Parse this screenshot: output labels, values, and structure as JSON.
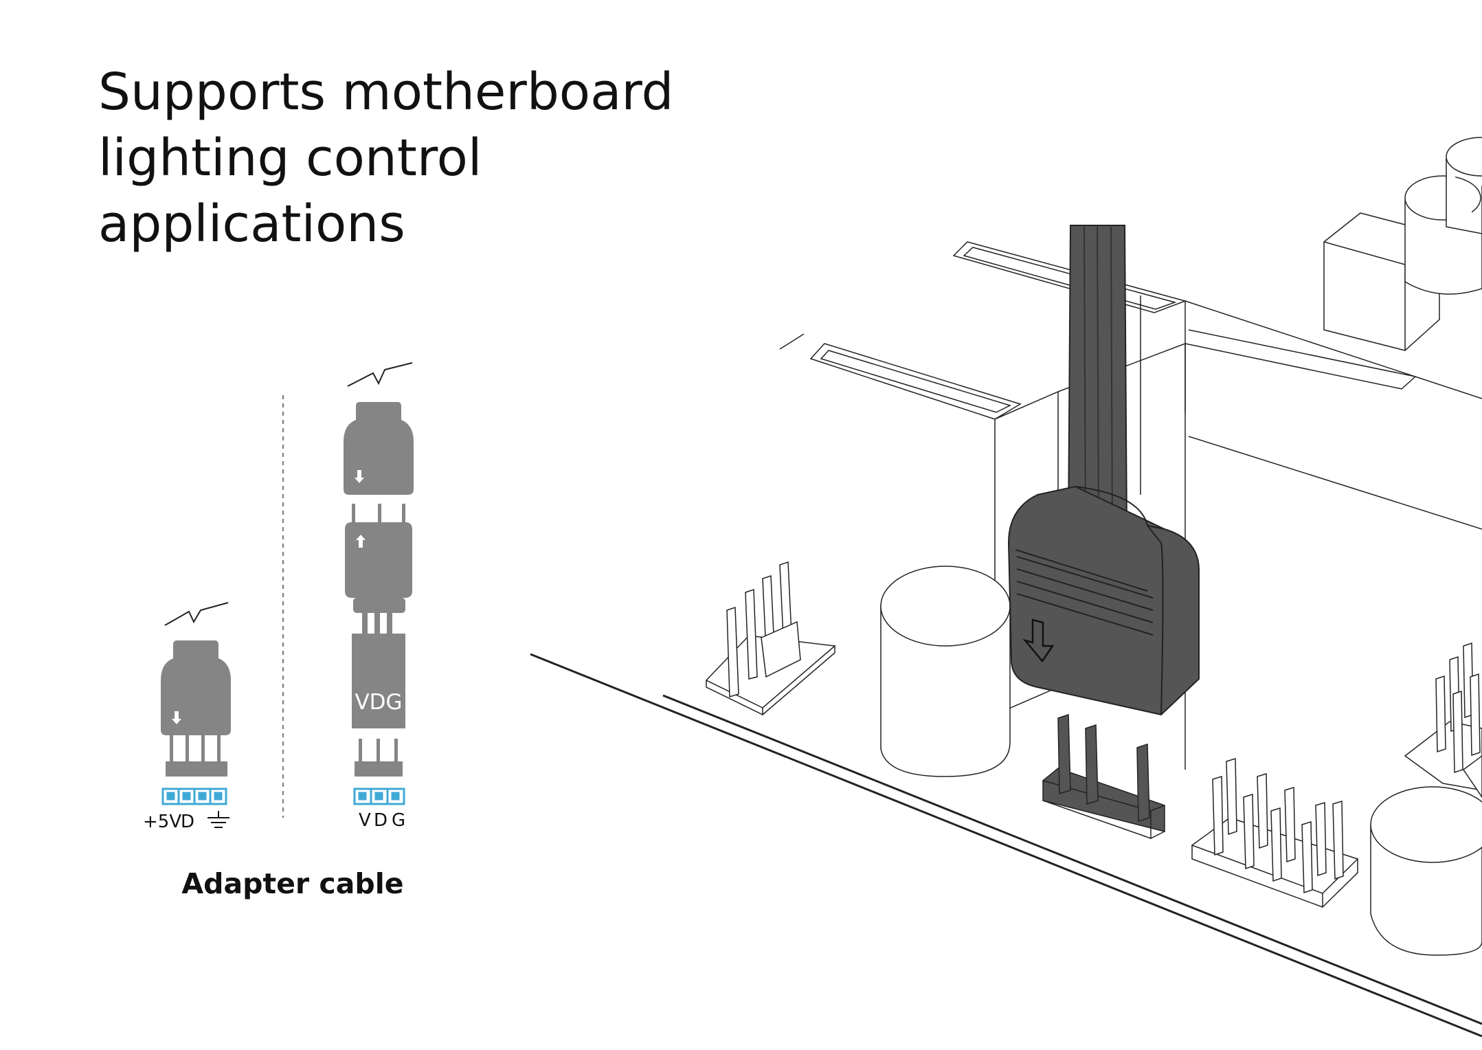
{
  "headline": {
    "lines": [
      "Supports motherboard",
      "lighting control",
      "applications"
    ]
  },
  "diagram": {
    "connector_4pin": {
      "pin_labels": [
        "+5V",
        "D"
      ],
      "ground_symbol": "ground-icon"
    },
    "connector_3pin": {
      "body_label": "VDG",
      "pin_labels": [
        "V",
        "D",
        "G"
      ]
    },
    "caption": "Adapter cable",
    "motherboard_plug_symbol": "down-arrow-icon"
  },
  "colors": {
    "connector_gray": "#858585",
    "plug_dark": "#555555",
    "pin_blue": "#3fa9d6",
    "line": "#222222"
  }
}
